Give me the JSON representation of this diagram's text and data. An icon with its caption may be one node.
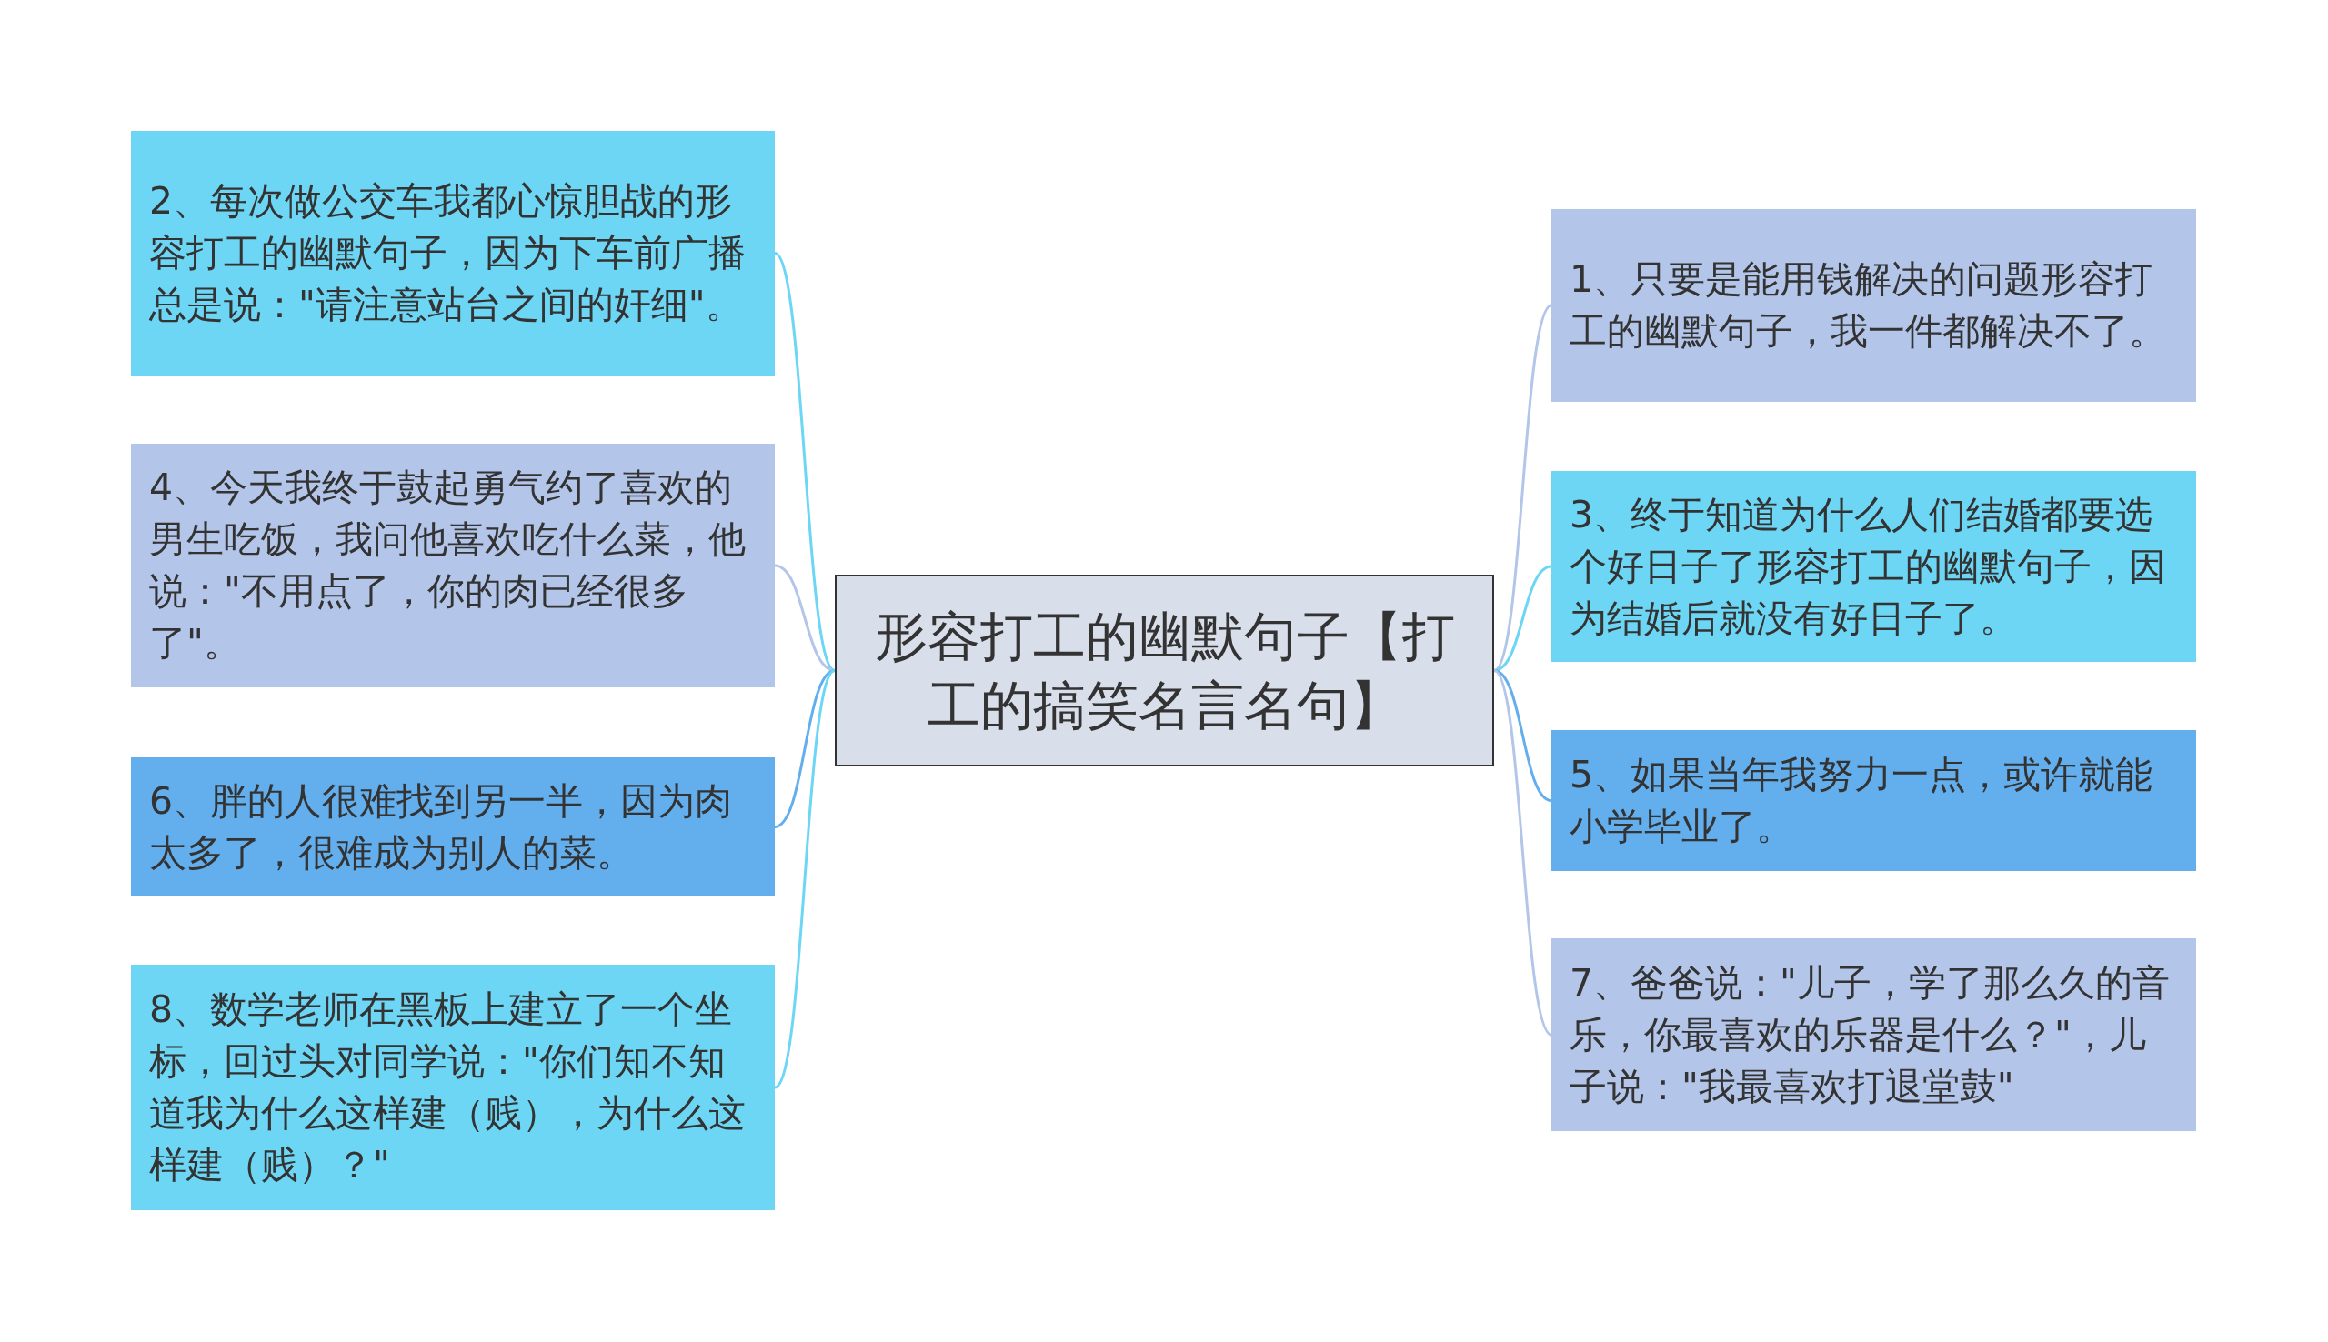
{
  "diagram": {
    "nodes": [
      {
        "text": [
          "形容打工的幽默句子【打工的搞笑名言名句】"
        ]
      },
      {
        "text": [
          "2、每次做公交车我都心惊胆战的形容打工的幽默句子，因为下车前广播总是说：\"请注意站台之间的奸细\"。"
        ]
      },
      {
        "text": [
          "4、今天我终于鼓起勇气约了喜欢的男生吃饭，我问他喜欢吃什么菜，他说：\"不用点了，你的肉已经很多了\"。"
        ]
      },
      {
        "text": [
          "6、胖的人很难找到另一半，因为肉太多了，很难成为别人的菜。"
        ]
      },
      {
        "text": [
          "8、数学老师在黑板上建立了一个坐标，回过头对同学说：\"你们知不知道我为什么这样建（贱），为什么这样建（贱）？\""
        ]
      },
      {
        "text": [
          "1、只要是能用钱解决的问题形容打工的幽默句子，我一件都解决不了。"
        ]
      },
      {
        "text": [
          "3、终于知道为什么人们结婚都要选个好日子了形容打工的幽默句子，因为结婚后就没有好日子了。"
        ]
      },
      {
        "text": [
          "5、如果当年我努力一点，或许就能小学毕业了。"
        ]
      },
      {
        "text": [
          "7、爸爸说：\"儿子，学了那么久的音乐，你最喜欢的乐器是什么？\"，儿子说：\"我最喜欢打退堂鼓\""
        ]
      }
    ],
    "edges": [
      {
        "from": 0,
        "to": 1,
        "arrow": "none",
        "color": "#6dd6f5"
      },
      {
        "from": 0,
        "to": 2,
        "arrow": "none",
        "color": "#b3c6ea"
      },
      {
        "from": 0,
        "to": 3,
        "arrow": "none",
        "color": "#63aeec"
      },
      {
        "from": 0,
        "to": 4,
        "arrow": "none",
        "color": "#6dd6f5"
      },
      {
        "from": 0,
        "to": 5,
        "arrow": "none",
        "color": "#b3c6ea"
      },
      {
        "from": 0,
        "to": 6,
        "arrow": "none",
        "color": "#6dd6f5"
      },
      {
        "from": 0,
        "to": 7,
        "arrow": "none",
        "color": "#63aeec"
      },
      {
        "from": 0,
        "to": 8,
        "arrow": "none",
        "color": "#b3c6ea"
      }
    ]
  }
}
